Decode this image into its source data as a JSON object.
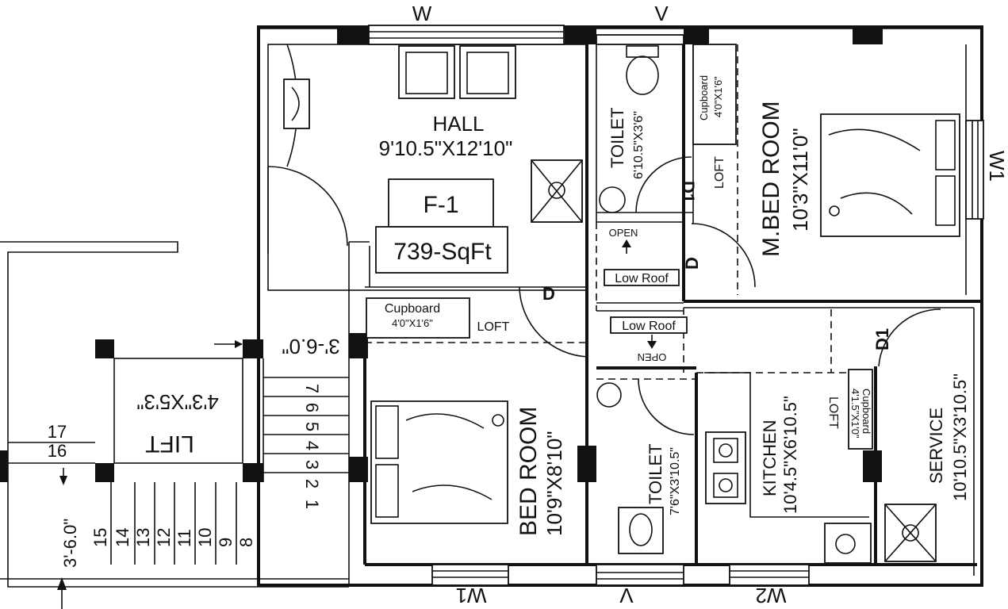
{
  "labels": {
    "hall_name": "HALL",
    "hall_size": "9'10.5\"X12'10\"",
    "flat_no": "F-1",
    "area": "739-SqFt",
    "mbed_name": "M.BED ROOM",
    "mbed_size": "10'3\"X11'0\"",
    "bed_name": "BED ROOM",
    "bed_size": "10'9\"X8'10\"",
    "toilet1_name": "TOILET",
    "toilet1_size": "6'10.5\"X3'6\"",
    "toilet2_name": "TOILET",
    "toilet2_size": "7'6\"X3'10.5\"",
    "kitchen_name": "KITCHEN",
    "kitchen_size": "10'4.5\"X6'10.5\"",
    "service_name": "SERVICE",
    "service_size": "10'10.5\"X3'10.5\"",
    "lift_name": "LIFT",
    "lift_size": "4'3\"X5'3\"",
    "cupboard_label": "Cupboard",
    "cupboard_size": "4'0\"X1'6\"",
    "cupboard_small_size": "4'1.5\"X1'0\"",
    "loft": "LOFT",
    "low_roof": "Low Roof",
    "open": "OPEN",
    "door_d": "D",
    "door_d1": "D1",
    "win_w": "W",
    "win_v": "V",
    "win_w1": "W1",
    "win_w2": "W2",
    "dim_36a": "3'-6.0\"",
    "dim_36b": "3'-6.0\""
  },
  "steps": {
    "upper_flight": [
      "1",
      "2",
      "3",
      "4",
      "5",
      "6",
      "7"
    ],
    "lower_flight": [
      "15",
      "14",
      "13",
      "12",
      "11",
      "10",
      "9",
      "8"
    ],
    "landing": [
      "17",
      "16"
    ]
  }
}
